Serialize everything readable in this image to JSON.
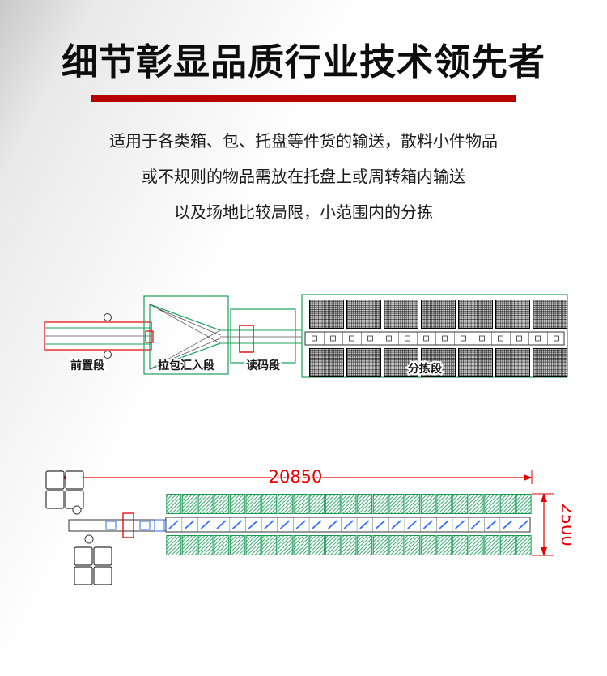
{
  "hero": {
    "title": "细节彰显品质行业技术领先者",
    "description_lines": [
      "适用于各类箱、包、托盘等件货的输送，散料小件物品",
      "或不规则的物品需放在托盘上或周转箱内输送",
      "以及场地比较局限，小范围内的分拣"
    ]
  },
  "layout_diagram": {
    "sections": [
      {
        "label": "前置段"
      },
      {
        "label": "拉包汇入段"
      },
      {
        "label": "读码段"
      },
      {
        "label": "分拣段"
      }
    ]
  },
  "dimension_diagram": {
    "length": "20850",
    "height": "2500"
  },
  "colors": {
    "accent_red": "#b70000",
    "diagram_green": "#1ca05a",
    "diagram_red": "#e60000",
    "diagram_blue": "#2f6bff",
    "dark_block": "#3c3c3c"
  }
}
